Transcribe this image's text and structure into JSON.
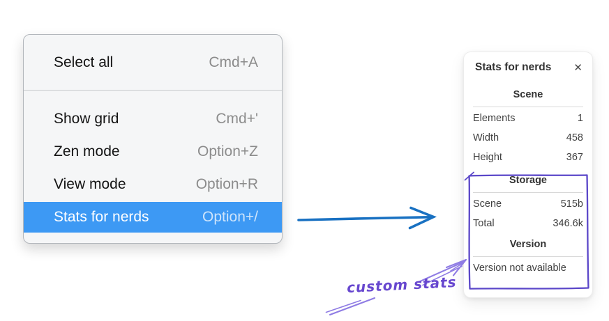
{
  "menu": {
    "groups": [
      {
        "items": [
          {
            "label": "Select all",
            "shortcut": "Cmd+A",
            "selected": false
          }
        ]
      },
      {
        "items": [
          {
            "label": "Show grid",
            "shortcut": "Cmd+'",
            "selected": false
          },
          {
            "label": "Zen mode",
            "shortcut": "Option+Z",
            "selected": false
          },
          {
            "label": "View mode",
            "shortcut": "Option+R",
            "selected": false
          },
          {
            "label": "Stats for nerds",
            "shortcut": "Option+/",
            "selected": true
          }
        ]
      }
    ]
  },
  "stats_panel": {
    "title": "Stats for nerds",
    "icons": {
      "close": "✕"
    },
    "sections": [
      {
        "heading": "Scene",
        "rows": [
          {
            "label": "Elements",
            "value": "1"
          },
          {
            "label": "Width",
            "value": "458"
          },
          {
            "label": "Height",
            "value": "367"
          }
        ]
      },
      {
        "heading": "Storage",
        "rows": [
          {
            "label": "Scene",
            "value": "515b"
          },
          {
            "label": "Total",
            "value": "346.6k"
          }
        ]
      },
      {
        "heading": "Version",
        "note": "Version not available"
      }
    ]
  },
  "annotation": {
    "label": "custom stats"
  },
  "colors": {
    "menu_highlight": "#3d99f4",
    "flow_arrow_blue": "#1971c2",
    "sketch_purple": "#5b47c9",
    "sketch_purple_light": "#8f7ce4",
    "annotation_text": "#6747cf"
  }
}
